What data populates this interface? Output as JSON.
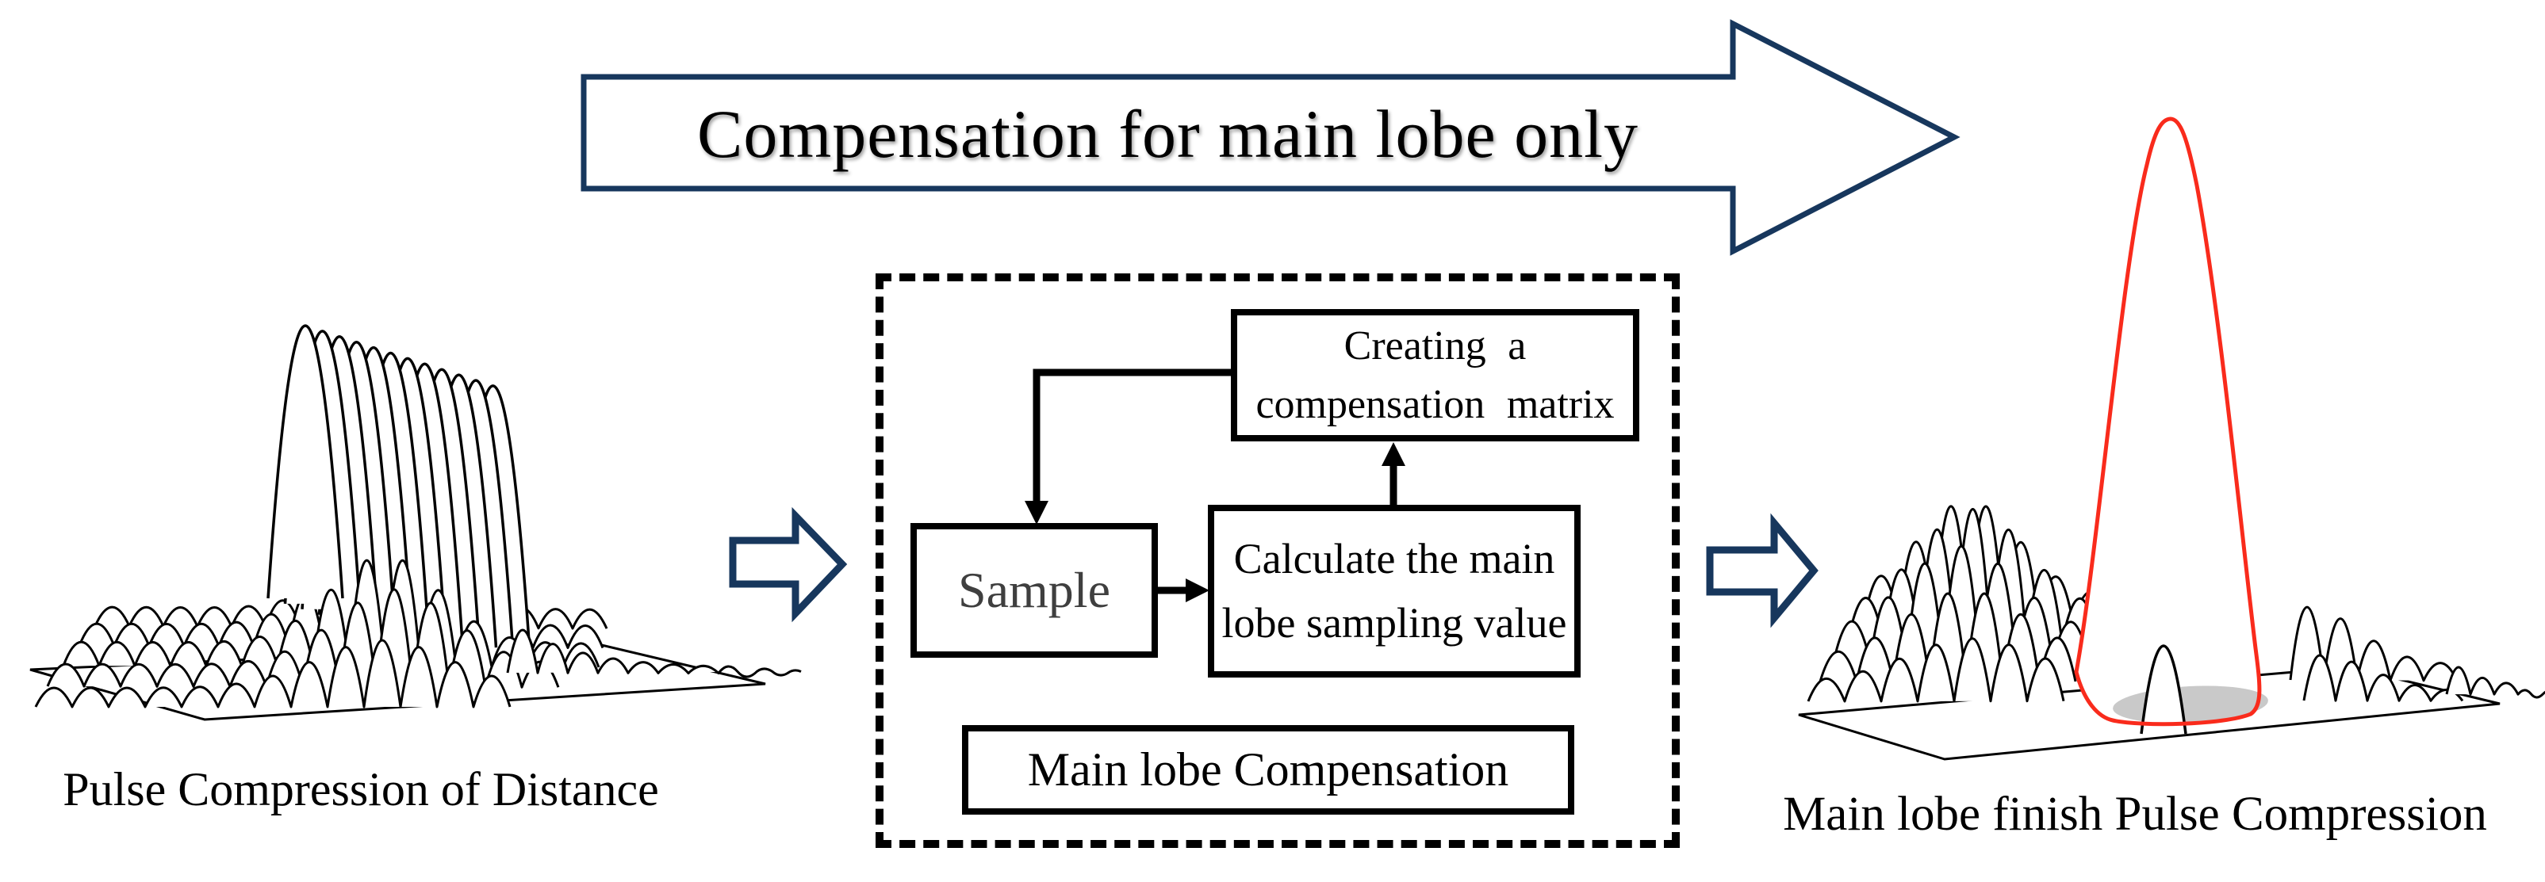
{
  "banner": {
    "label": "Compensation for main lobe only"
  },
  "plots": {
    "left": {
      "caption": "Pulse Compression of Distance"
    },
    "right": {
      "caption": "Main lobe finish Pulse Compression"
    }
  },
  "pipeline": {
    "boxes": {
      "creating": {
        "lines": [
          "Creating a",
          "compensation matrix"
        ]
      },
      "sample": {
        "lines": [
          "Sample"
        ]
      },
      "calculate": {
        "lines": [
          "Calculate the main",
          "lobe sampling value"
        ]
      },
      "caption": {
        "lines": [
          "Main lobe Compensation"
        ]
      }
    }
  },
  "colors": {
    "navy": "#17375d",
    "main_lobe_red": "#f92b1c",
    "shadow_gray": "#c9c9c9",
    "ink": "#000000",
    "sample_text": "#3f3f3f"
  }
}
